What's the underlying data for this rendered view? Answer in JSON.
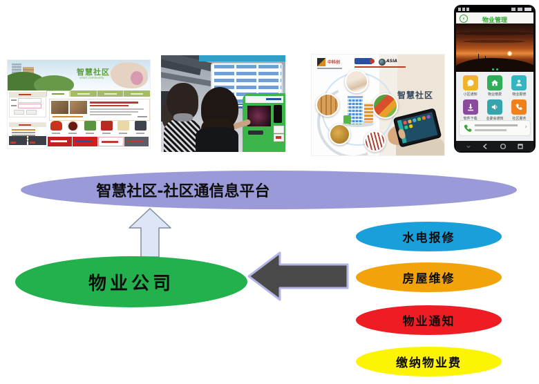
{
  "top_row": {
    "website": {
      "banner_title": "智慧社区",
      "banner_subtitle": "smart community"
    },
    "smart_community_graphic": {
      "logo_left": "中科创",
      "logo_right": "ASIA",
      "caption": "智慧社区"
    },
    "app_screenshot": {
      "title": "物业管理",
      "modules": [
        {
          "label": "小区通知",
          "color": "#f0b32c",
          "icon": "megaphone-icon"
        },
        {
          "label": "物业缴费",
          "color": "#2fae5a",
          "icon": "house-icon"
        },
        {
          "label": "物业报修",
          "color": "#35b5c1",
          "icon": "worker-icon"
        },
        {
          "label": "软件下载",
          "color": "#8a4b9c",
          "icon": "download-icon"
        },
        {
          "label": "业委会通知",
          "color": "#35a5ad",
          "icon": "speaker-icon"
        },
        {
          "label": "社区服务",
          "color": "#f08019",
          "icon": "phone-icon"
        }
      ]
    }
  },
  "diagram": {
    "platform": {
      "label": "智慧社区-社区通信息平台",
      "color": "#9a9ad8"
    },
    "company": {
      "label": "物业公司",
      "color": "#22b14c"
    },
    "arrow_up_color": "#dce6f4",
    "arrow_left_color": "#4a4a4a",
    "services": [
      {
        "label": "水电报修",
        "color": "#199fd9"
      },
      {
        "label": "房屋维修",
        "color": "#f2a30a"
      },
      {
        "label": "物业通知",
        "color": "#ee1c23"
      },
      {
        "label": "缴纳物业费",
        "color": "#fdf403"
      }
    ]
  }
}
